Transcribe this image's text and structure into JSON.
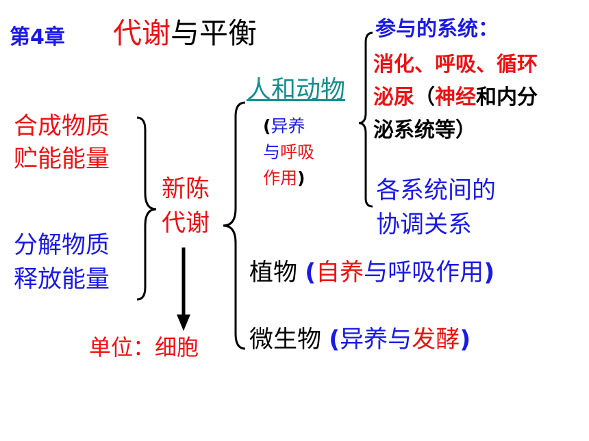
{
  "colors": {
    "red": "#ee1111",
    "blue": "#1a1ae6",
    "teal": "#148f8f",
    "black": "#000000"
  },
  "header": {
    "chapter": "第4章",
    "title_part1": "代谢",
    "title_part2": "与平衡"
  },
  "left": {
    "synthesis_line1": "合成物质",
    "synthesis_line2": "贮能能量",
    "decomposition_line1": "分解物质",
    "decomposition_line2": "释放能量"
  },
  "center": {
    "metabolism_line1": "新陈",
    "metabolism_line2": "代谢",
    "unit": "单位：细胞"
  },
  "humans_animals": {
    "title": "人和动物",
    "note_open": "(",
    "note_word1": "异养",
    "note_word2": "与",
    "note_word3": "呼吸",
    "note_word4": "作用",
    "note_close": ")"
  },
  "systems": {
    "title": "参与的系统：",
    "line1": "消化、呼吸、循环",
    "line2_red": "泌尿",
    "line2_paren": "（",
    "line2_nerve": "神经",
    "line2_rest": "和内分",
    "line3": "泌系统等）",
    "coordination_line1": "各系统间的",
    "coordination_line2": "协调关系"
  },
  "plants": {
    "name": "植物",
    "open": "(",
    "autotroph": "自养",
    "rest": "与呼吸作用",
    "close": ")"
  },
  "microbes": {
    "name": "微生物",
    "open": "(",
    "heterotroph": "异养与",
    "fermentation": "发酵",
    "close": ")"
  }
}
